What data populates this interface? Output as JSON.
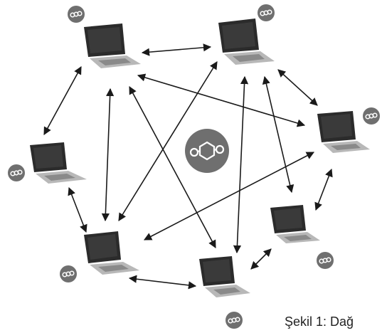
{
  "diagram": {
    "nodes": [
      {
        "id": "laptop-top-left"
      },
      {
        "id": "laptop-top-center"
      },
      {
        "id": "laptop-right"
      },
      {
        "id": "laptop-left"
      },
      {
        "id": "laptop-bottom-left"
      },
      {
        "id": "laptop-bottom-center"
      },
      {
        "id": "laptop-bottom-right"
      }
    ],
    "connections": [
      [
        "laptop-top-left",
        "laptop-top-center"
      ],
      [
        "laptop-top-left",
        "laptop-left"
      ],
      [
        "laptop-top-left",
        "laptop-bottom-left"
      ],
      [
        "laptop-top-left",
        "laptop-bottom-center"
      ],
      [
        "laptop-top-left",
        "laptop-right"
      ],
      [
        "laptop-top-center",
        "laptop-bottom-left"
      ],
      [
        "laptop-top-center",
        "laptop-right"
      ],
      [
        "laptop-top-center",
        "laptop-bottom-center"
      ],
      [
        "laptop-top-center",
        "laptop-bottom-right"
      ],
      [
        "laptop-left",
        "laptop-bottom-left"
      ],
      [
        "laptop-bottom-left",
        "laptop-bottom-center"
      ],
      [
        "laptop-bottom-left",
        "laptop-right"
      ],
      [
        "laptop-bottom-center",
        "laptop-bottom-right"
      ],
      [
        "laptop-right",
        "laptop-bottom-right"
      ]
    ],
    "center_icon": "blockchain-chain-icon",
    "node_icon": "chain-link-icon",
    "colors": {
      "arrow": "#1a1a1a",
      "icon_badge": "#6f6f6f",
      "laptop_frame": "#2b2b2b",
      "laptop_screen": "#3a3a3a",
      "laptop_base": "#b8b8b8"
    }
  },
  "caption": "Şekil 1: Dağ"
}
